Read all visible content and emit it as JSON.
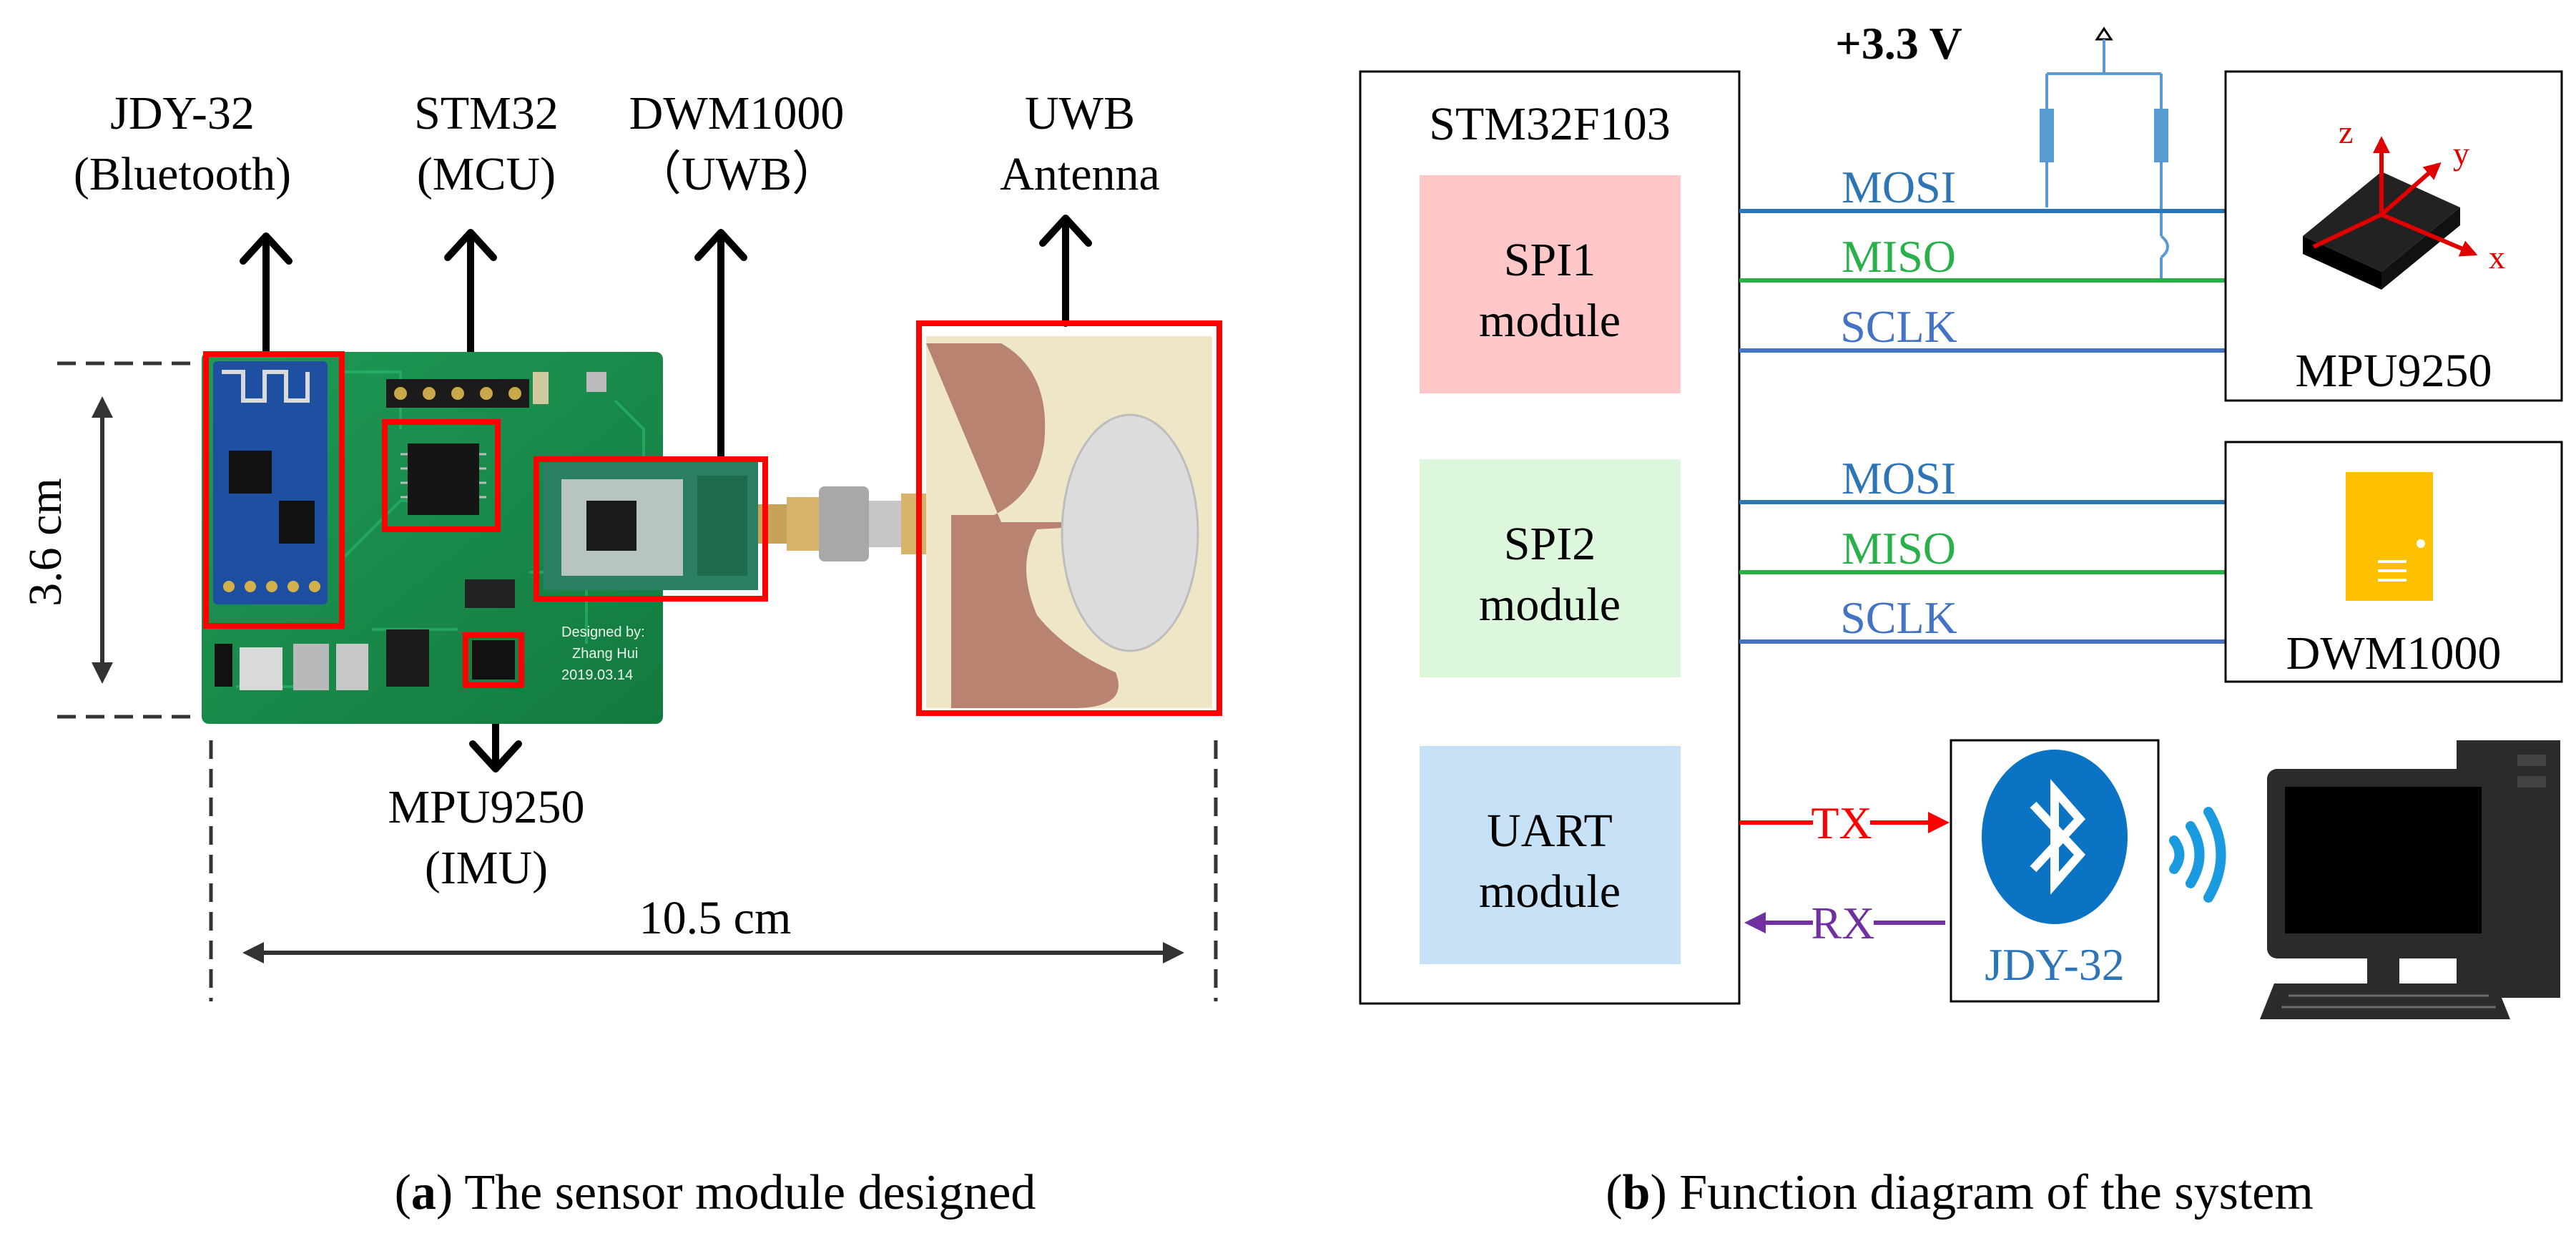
{
  "panel_a": {
    "labels": {
      "jdy_line1": "JDY-32",
      "jdy_line2": "(Bluetooth)",
      "stm_line1": "STM32",
      "stm_line2": "(MCU)",
      "dwm_line1": "DWM1000",
      "dwm_line2": "（UWB）",
      "uwb_line1": "UWB",
      "uwb_line2": "Antenna",
      "mpu_line1": "MPU9250",
      "mpu_line2": "(IMU)"
    },
    "pcb_text": {
      "designed": "Designed by:",
      "author": "Zhang Hui",
      "date": "2019.03.14"
    },
    "dimensions": {
      "height": "3.6 cm",
      "width": "10.5 cm"
    },
    "caption": {
      "letter": "a",
      "text": " The sensor module designed"
    },
    "colors": {
      "highlight_box": "#ff0000",
      "pcb": "#1a8a4a",
      "antenna_board": "#efe6c8",
      "antenna_copper": "#b37a6a"
    }
  },
  "panel_b": {
    "mcu_title": "STM32F103",
    "modules": [
      {
        "line1": "SPI1",
        "line2": "module",
        "color": "#ffc7c7"
      },
      {
        "line1": "SPI2",
        "line2": "module",
        "color": "#dcf7dc"
      },
      {
        "line1": "UART",
        "line2": "module",
        "color": "#c7e2f7"
      }
    ],
    "spi1_signals": [
      "MOSI",
      "MISO",
      "SCLK"
    ],
    "spi2_signals": [
      "MOSI",
      "MISO",
      "SCLK"
    ],
    "uart_signals": {
      "tx": "TX",
      "rx": "RX"
    },
    "power_label": "+3.3 V",
    "devices": {
      "imu": "MPU9250",
      "uwb": "DWM1000",
      "bt": "JDY-32"
    },
    "axis_labels": {
      "x": "x",
      "y": "y",
      "z": "z"
    },
    "caption": {
      "letter": "b",
      "text": " Function diagram of the system"
    },
    "colors": {
      "mosi": "#2e75b6",
      "miso": "#28b04a",
      "sclk": "#4472c4",
      "tx": "#ff0000",
      "rx": "#7030a0",
      "resistor": "#5b9bd5",
      "bluetooth": "#0a73c4",
      "dwm_chip": "#ffc000"
    }
  }
}
